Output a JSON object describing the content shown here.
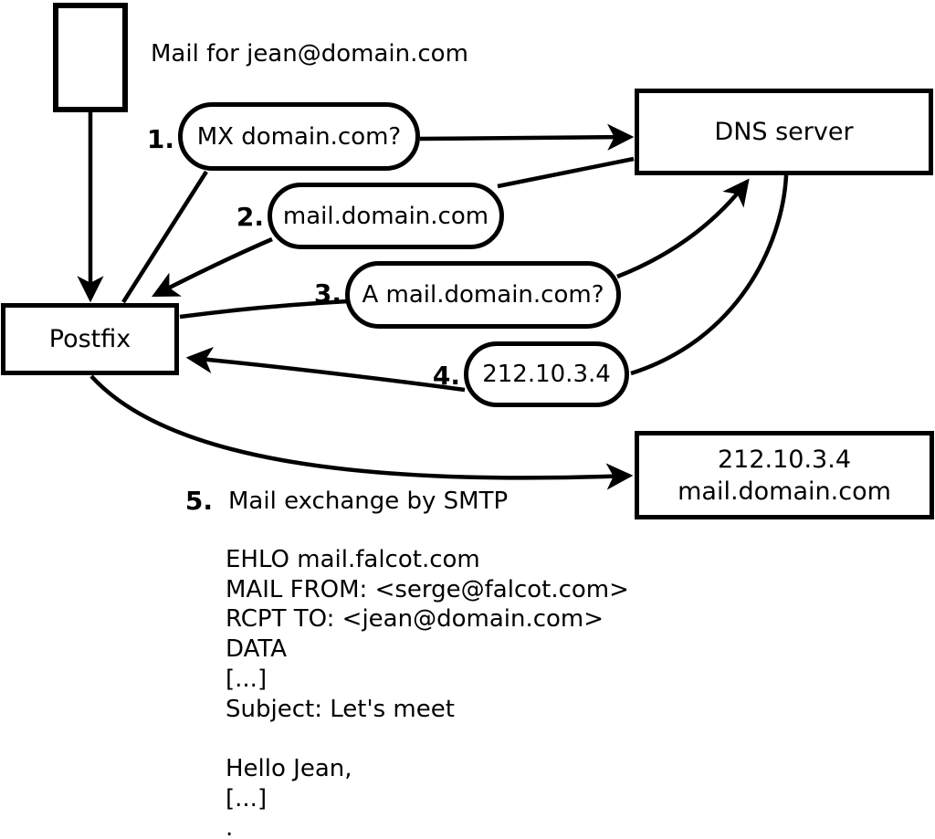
{
  "diagram": {
    "mail_label": "Mail for jean@domain.com",
    "postfix_label": "Postfix",
    "dns_label": "DNS server",
    "result_box": {
      "line1": "212.10.3.4",
      "line2": "mail.domain.com"
    },
    "steps": [
      {
        "num": "1.",
        "label": "MX domain.com?"
      },
      {
        "num": "2.",
        "label": "mail.domain.com"
      },
      {
        "num": "3.",
        "label": "A mail.domain.com?"
      },
      {
        "num": "4.",
        "label": "212.10.3.4"
      },
      {
        "num": "5.",
        "label": "Mail exchange by SMTP"
      }
    ],
    "smtp_session": {
      "lines": [
        "EHLO mail.falcot.com",
        "MAIL FROM: <serge@falcot.com>",
        "RCPT TO: <jean@domain.com>",
        "DATA",
        "[...]",
        "Subject: Let's meet",
        "",
        "Hello Jean,",
        "[...]",
        "."
      ]
    },
    "colors": {
      "stroke": "#000000",
      "background": "#ffffff"
    }
  }
}
